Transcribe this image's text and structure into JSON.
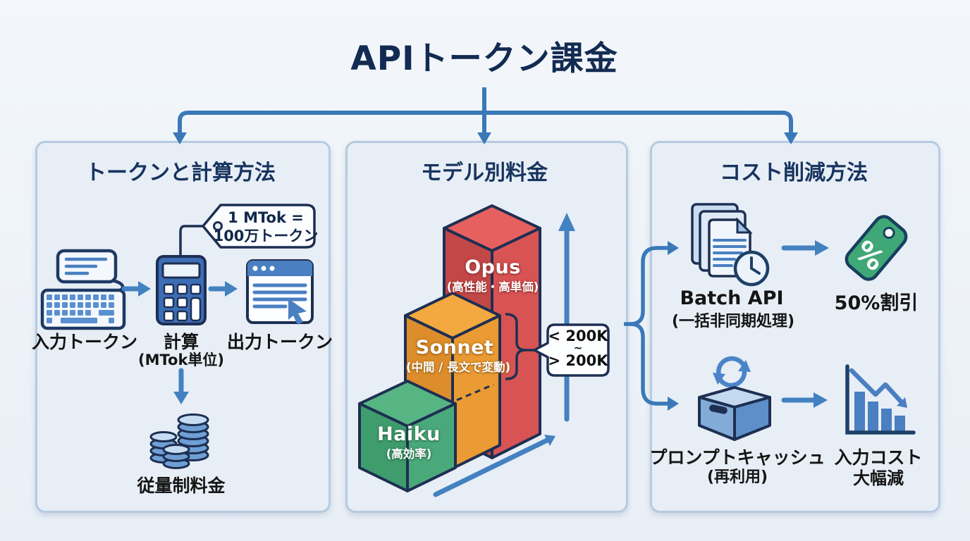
{
  "title": "APIトークン課金",
  "colors": {
    "background": "#edf2f8",
    "panel_bg": "#e8eef6",
    "panel_border": "#b5cbe1",
    "heading_navy": "#17345f",
    "arrow_blue": "#4381c1",
    "outline_navy": "#1d2f52",
    "opus_red": "#d85454",
    "sonnet_orange": "#ef9d33",
    "haiku_green": "#4aa97a",
    "discount_green": "#3fa876"
  },
  "panels": {
    "tokens": {
      "title": "トークンと計算方法",
      "mtok_tag": {
        "line1": "1 MTok =",
        "line2": "100万トークン"
      },
      "input": {
        "label": "入力トークン",
        "icon": "keyboard-chat-icon"
      },
      "calc": {
        "label": "計算",
        "sublabel": "(MTok単位)",
        "icon": "calculator-icon"
      },
      "output": {
        "label": "出力トークン",
        "icon": "browser-window-icon"
      },
      "metered": {
        "label": "従量制料金",
        "icon": "coin-stacks-icon"
      }
    },
    "models": {
      "title": "モデル別料金",
      "bars": [
        {
          "name": "Opus",
          "note": "(高性能・高単価)",
          "color": "#d85454"
        },
        {
          "name": "Sonnet",
          "note": "(中間 / 長文で変動)",
          "color": "#ef9d33"
        },
        {
          "name": "Haiku",
          "note": "(高効率)",
          "color": "#4aa97a"
        }
      ],
      "context_bubble": {
        "line1": "< 200K",
        "line2": "~",
        "line3": "> 200K"
      }
    },
    "savings": {
      "title": "コスト削減方法",
      "batch": {
        "label": "Batch API",
        "sublabel": "(一括非同期処理)",
        "icon": "documents-clock-icon"
      },
      "discount": {
        "label": "50%割引",
        "tag_symbol": "%",
        "icon": "percent-tag-icon"
      },
      "cache": {
        "label": "プロンプトキャッシュ",
        "sublabel": "(再利用)",
        "icon": "cache-box-recycle-icon"
      },
      "reduction": {
        "label": "入力コスト",
        "sublabel": "大幅減",
        "icon": "declining-chart-icon"
      }
    }
  }
}
